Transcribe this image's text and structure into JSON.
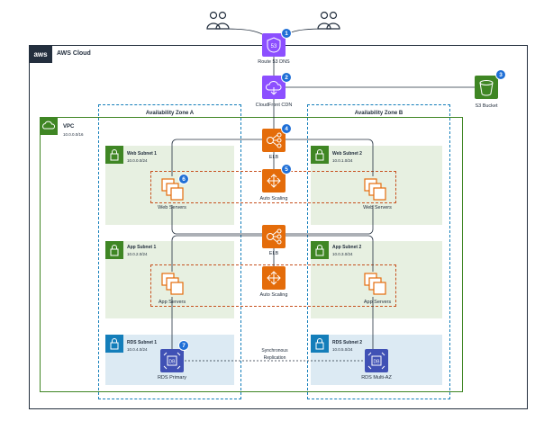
{
  "users": {
    "left_icon": "users-icon",
    "right_icon": "users-icon"
  },
  "aws_cloud": {
    "label": "AWS Cloud",
    "logo": "aws"
  },
  "vpc": {
    "label": "VPC",
    "cidr": "10.0.0.0/16"
  },
  "zones": {
    "a": "Availability Zone A",
    "b": "Availability Zone B"
  },
  "subnets": {
    "web1": {
      "name": "Web Subnet 1",
      "cidr": "10.0.0.0/24"
    },
    "web2": {
      "name": "Web Subnet 2",
      "cidr": "10.0.1.0/24"
    },
    "app1": {
      "name": "App Subnet 1",
      "cidr": "10.0.2.0/24"
    },
    "app2": {
      "name": "App Subnet 2",
      "cidr": "10.0.3.0/24"
    },
    "rds1": {
      "name": "RDS Subnet 1",
      "cidr": "10.0.4.0/24"
    },
    "rds2": {
      "name": "RDS Subnet 2",
      "cidr": "10.0.5.0/24"
    }
  },
  "services": {
    "route53": {
      "label": "Route 53 DNS",
      "badge": "1"
    },
    "cloudfront": {
      "label": "CloudFront CDN",
      "badge": "2"
    },
    "s3": {
      "label": "S3 Bucket",
      "badge": "3"
    },
    "elb_web": {
      "label": "ELB",
      "badge": "4"
    },
    "asg_web": {
      "label": "Auto Scaling",
      "badge": "5"
    },
    "web_a": {
      "label": "Web Servers",
      "badge": "6"
    },
    "web_b": {
      "label": "Web Servers"
    },
    "elb_app": {
      "label": "ELB"
    },
    "asg_app": {
      "label": "Auto Scaling"
    },
    "app_a": {
      "label": "App Servers"
    },
    "app_b": {
      "label": "App Servers"
    },
    "rds_primary": {
      "label": "RDS Primary",
      "badge": "7"
    },
    "rds_multiaz": {
      "label": "RDS Multi-AZ"
    }
  },
  "replication": {
    "line1": "Synchronous",
    "line2": "Replication"
  },
  "colors": {
    "compute": "#e46c0a",
    "network": "#8c4fff",
    "storage": "#3f8624",
    "database": "#4051b5",
    "badge": "#1f6fd6",
    "vpc": "#3f8624",
    "zone": "#147eba"
  }
}
